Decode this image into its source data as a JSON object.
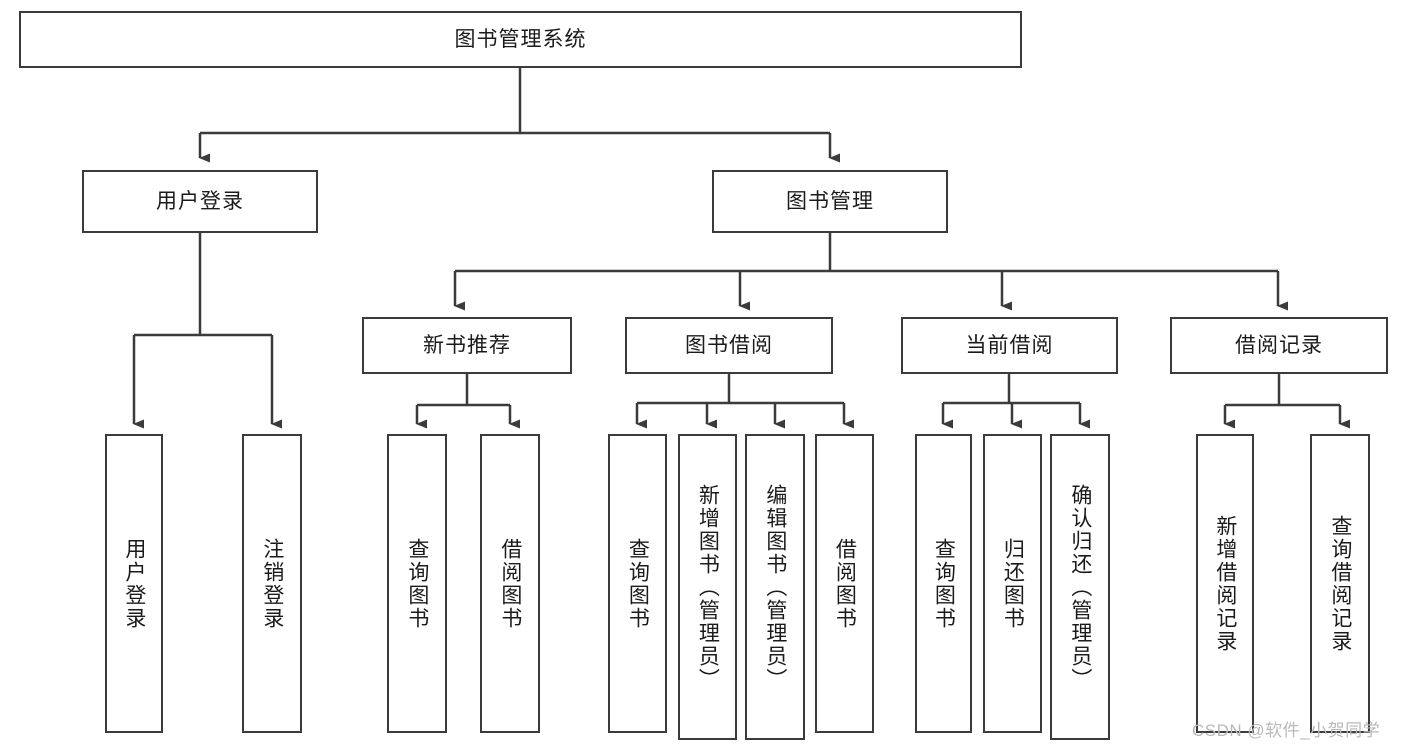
{
  "diagram": {
    "title": "图书管理系统",
    "type": "tree-hierarchy-diagram",
    "root": {
      "label": "图书管理系统"
    },
    "level2": [
      {
        "label": "用户登录"
      },
      {
        "label": "图书管理"
      }
    ],
    "level3": [
      {
        "label": "新书推荐"
      },
      {
        "label": "图书借阅"
      },
      {
        "label": "当前借阅"
      },
      {
        "label": "借阅记录"
      }
    ],
    "leaves": {
      "user_login": [
        {
          "label": "用户登录"
        },
        {
          "label": "注销登录"
        }
      ],
      "new_book_recommend": [
        {
          "label": "查询图书"
        },
        {
          "label": "借阅图书"
        }
      ],
      "book_borrow": [
        {
          "label": "查询图书"
        },
        {
          "label": "新增图书（管理员）"
        },
        {
          "label": "编辑图书（管理员）"
        },
        {
          "label": "借阅图书"
        }
      ],
      "current_borrow": [
        {
          "label": "查询图书"
        },
        {
          "label": "归还图书"
        },
        {
          "label": "确认归还（管理员）"
        }
      ],
      "borrow_record": [
        {
          "label": "新增借阅记录"
        },
        {
          "label": "查询借阅记录"
        }
      ]
    }
  },
  "watermark": {
    "text": "CSDN @软件_小贺同学"
  },
  "colors": {
    "stroke": "#3b3b3b",
    "background": "#ffffff",
    "text": "#1b1b1b",
    "watermark": "#b9b9b9"
  }
}
